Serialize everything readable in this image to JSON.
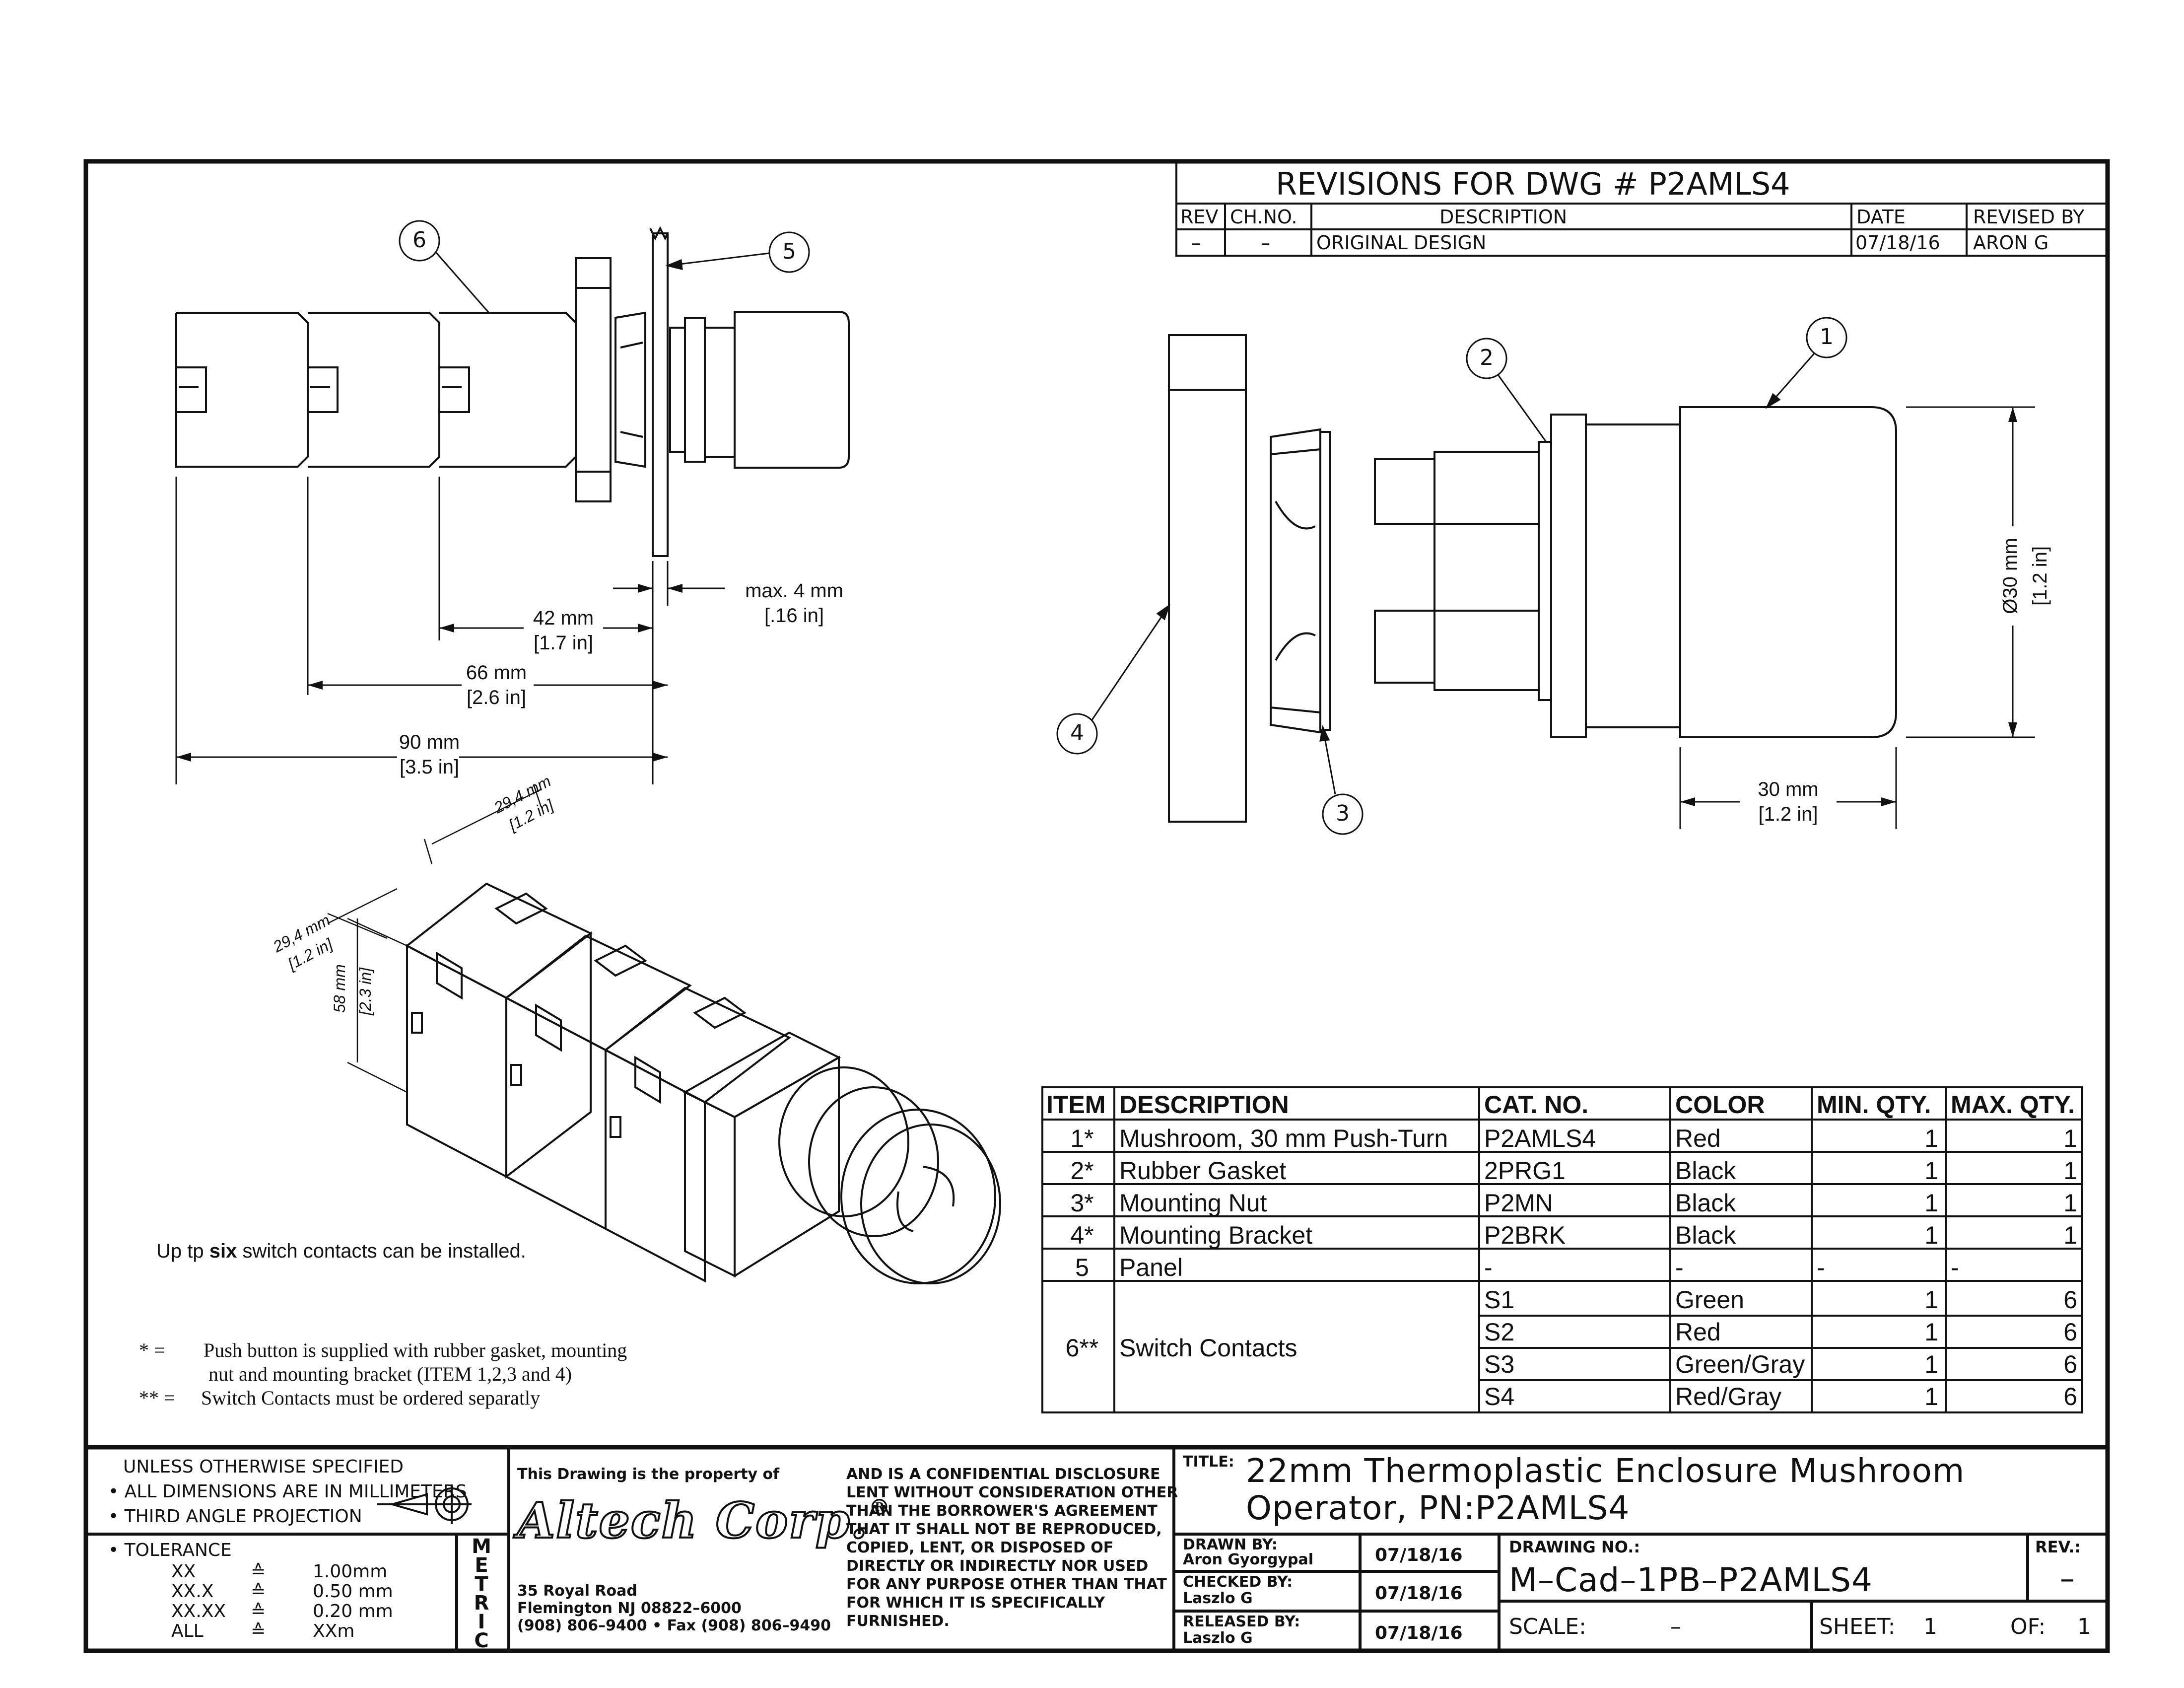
{
  "revisions": {
    "title": "REVISIONS  FOR  DWG  #   P2AMLS4",
    "headers": {
      "rev": "REV",
      "chno": "CH.NO.",
      "description": "DESCRIPTION",
      "date": "DATE",
      "revised_by": "REVISED  BY"
    },
    "rows": [
      {
        "rev": "–",
        "chno": "–",
        "description": "ORIGINAL  DESIGN",
        "date": "07/18/16",
        "revised_by": "ARON  G"
      }
    ]
  },
  "callouts": {
    "c1": "1",
    "c2": "2",
    "c3": "3",
    "c4": "4",
    "c5": "5",
    "c6": "6"
  },
  "dimensions": {
    "d42_mm": "42 mm",
    "d42_in": "[1.7 in]",
    "d66_mm": "66 mm",
    "d66_in": "[2.6 in]",
    "d90_mm": "90 mm",
    "d90_in": "[3.5 in]",
    "dmax_mm": "max. 4 mm",
    "dmax_in": "[.16 in]",
    "d30w_mm": "30 mm",
    "d30w_in": "[1.2 in]",
    "dphi_mm": "Ø30 mm",
    "dphi_in": "[1.2 in]",
    "iso_w_mm": "29,4 mm",
    "iso_w_in": "[1.2 in]",
    "iso_d_mm": "29,4 mm",
    "iso_d_in": "[1.2 in]",
    "iso_h_mm": "58 mm",
    "iso_h_in": "[2.3 in]"
  },
  "notes": {
    "six_pre": "Up tp ",
    "six_bold": "six",
    "six_post": " switch contacts can be installed.",
    "star1_sym": "*   =",
    "star1_a": "Push button is supplied with rubber gasket, mounting",
    "star1_b": "nut and mounting bracket (ITEM 1,2,3 and 4)",
    "star2_sym": "** =",
    "star2_a": "Switch Contacts must be ordered separatly"
  },
  "parts_table": {
    "headers": {
      "item": "ITEM",
      "description": "DESCRIPTION",
      "cat": "CAT. NO.",
      "color": "COLOR",
      "min": "MIN. QTY.",
      "max": "MAX. QTY."
    },
    "rows": [
      {
        "item": "1*",
        "description": "Mushroom, 30 mm Push-Turn",
        "cat": "P2AMLS4",
        "color": "Red",
        "min": "1",
        "max": "1"
      },
      {
        "item": "2*",
        "description": "Rubber Gasket",
        "cat": "2PRG1",
        "color": "Black",
        "min": "1",
        "max": "1"
      },
      {
        "item": "3*",
        "description": "Mounting Nut",
        "cat": "P2MN",
        "color": "Black",
        "min": "1",
        "max": "1"
      },
      {
        "item": "4*",
        "description": "Mounting Bracket",
        "cat": "P2BRK",
        "color": "Black",
        "min": "1",
        "max": "1"
      },
      {
        "item": "5",
        "description": "Panel",
        "cat": "-",
        "color": "-",
        "min": "-",
        "max": "-"
      }
    ],
    "group": {
      "item": "6**",
      "description": "Switch Contacts",
      "rows": [
        {
          "cat": "S1",
          "color": "Green",
          "min": "1",
          "max": "6"
        },
        {
          "cat": "S2",
          "color": "Red",
          "min": "1",
          "max": "6"
        },
        {
          "cat": "S3",
          "color": "Green/Gray",
          "min": "1",
          "max": "6"
        },
        {
          "cat": "S4",
          "color": "Red/Gray",
          "min": "1",
          "max": "6"
        }
      ]
    }
  },
  "title_block": {
    "spec_1": "UNLESS  OTHERWISE  SPECIFIED",
    "spec_2": "• ALL  DIMENSIONS  ARE  IN  MILLIMETERS",
    "spec_3": "• THIRD  ANGLE  PROJECTION",
    "tolerance": "• TOLERANCE",
    "tol_rows": [
      {
        "fmt": "XX",
        "sym": "≙",
        "val": "1.00mm"
      },
      {
        "fmt": "XX.X",
        "sym": "≙",
        "val": "0.50  mm"
      },
      {
        "fmt": "XX.XX",
        "sym": "≙",
        "val": "0.20  mm"
      },
      {
        "fmt": "ALL",
        "sym": "≙",
        "val": "XXm"
      }
    ],
    "metric": [
      "M",
      "E",
      "T",
      "R",
      "I",
      "C"
    ],
    "property_of": "This  Drawing  is  the  property  of",
    "company": "Altech Corp.",
    "reg": "®",
    "addr_1": "35  Royal  Road",
    "addr_2": "Flemington  NJ  08822–6000",
    "addr_3": "(908)  806–9400 • Fax  (908)  806–9490",
    "disclosure": [
      "AND  IS  A  CONFIDENTIAL  DISCLOSURE",
      "LENT  WITHOUT  CONSIDERATION  OTHER",
      "THAN  THE  BORROWER'S  AGREEMENT",
      "THAT  IT  SHALL  NOT  BE  REPRODUCED,",
      "COPIED,  LENT,  OR  DISPOSED  OF",
      "DIRECTLY  OR  INDIRECTLY  NOR  USED",
      "FOR  ANY  PURPOSE  OTHER  THAN  THAT",
      "FOR  WHICH  IT  IS  SPECIFICALLY",
      "FURNISHED."
    ],
    "title_label": "TITLE:",
    "title_1": "22mm  Thermoplastic  Enclosure  Mushroom",
    "title_2": "Operator,  PN:P2AMLS4",
    "drawn_by_label": "DRAWN  BY:",
    "drawn_by": "Aron  Gyorgypal",
    "drawn_date": "07/18/16",
    "checked_by_label": "CHECKED  BY:",
    "checked_by": "Laszlo  G",
    "checked_date": "07/18/16",
    "released_by_label": "RELEASED  BY:",
    "released_by": "Laszlo  G",
    "released_date": "07/18/16",
    "drawing_no_label": "DRAWING  NO.:",
    "drawing_no": "M–Cad–1PB–P2AMLS4",
    "rev_label": "REV.:",
    "rev": "–",
    "scale_label": "SCALE:",
    "scale": "–",
    "sheet_label": "SHEET:",
    "sheet": "1",
    "of_label": "OF:",
    "of": "1"
  }
}
